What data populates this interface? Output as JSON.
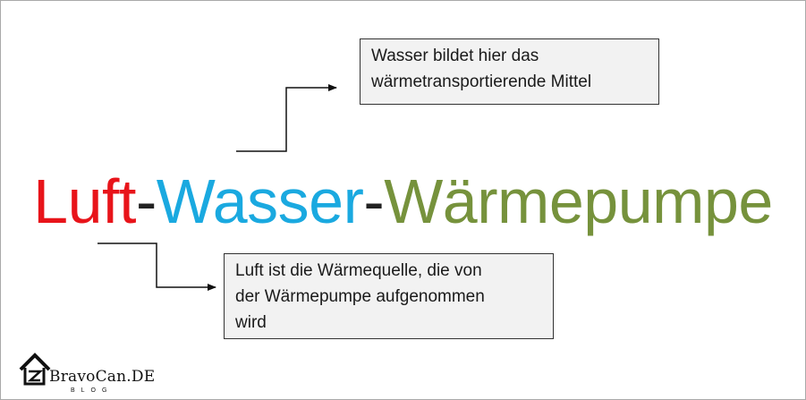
{
  "title": {
    "part1": "Luft",
    "dash1": "-",
    "part2": "Wasser",
    "dash2": "-",
    "part3": "Wärmepumpe"
  },
  "notes": {
    "top": {
      "line1": "Wasser bildet hier das",
      "line2": "wärmetransportierende Mittel"
    },
    "bottom": {
      "line1": "Luft ist die Wärmequelle, die von",
      "line2": "der Wärmepumpe aufgenommen",
      "line3": "wird"
    }
  },
  "logo": {
    "name": "BravoCan.DE",
    "tagline": "BLOG"
  },
  "colors": {
    "luft": "#e8141a",
    "wasser": "#1aa9e0",
    "waerme": "#76923c",
    "note_bg": "#f2f2f2"
  }
}
